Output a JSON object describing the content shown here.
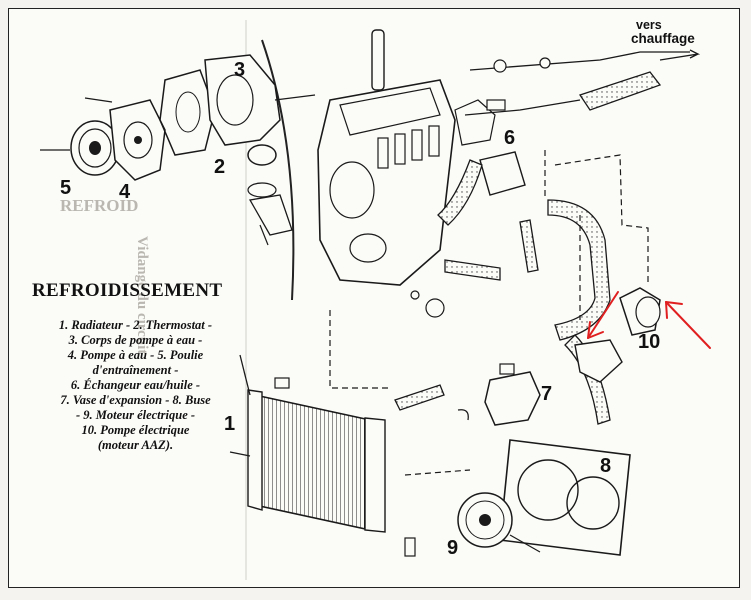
{
  "legend": {
    "title": "REFROIDISSEMENT",
    "lines": [
      "1. Radiateur - 2. Thermostat -",
      "3. Corps de pompe à eau -",
      "4. Pompe à eau - 5. Poulie",
      "d'entraînement -",
      "6. Échangeur eau/huile -",
      "7. Vase d'expansion - 8. Buse",
      "- 9. Moteur électrique -",
      "10. Pompe électrique",
      "(moteur AAZ)."
    ]
  },
  "destination": {
    "line1": "vers",
    "line2": "chauffage"
  },
  "callouts": {
    "n1": "1",
    "n2": "2",
    "n3": "3",
    "n4": "4",
    "n5": "5",
    "n6": "6",
    "n7": "7",
    "n8": "8",
    "n9": "9",
    "n10": "10"
  },
  "background_text": {
    "a": "REFROID",
    "b": "Vidange du circuit"
  },
  "colors": {
    "ink": "#1a1a1a",
    "paper": "#fbfbf8",
    "annotation_red": "#e02020",
    "ghost_text": "#b9b7b0"
  }
}
